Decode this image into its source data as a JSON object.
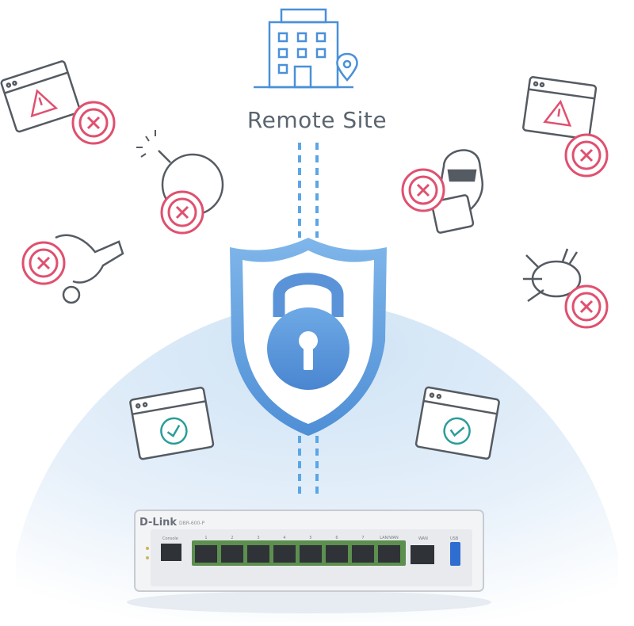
{
  "diagram": {
    "remote_site_label": "Remote Site",
    "colors": {
      "accent_blue": "#4a90d9",
      "threat_pink": "#e0506f",
      "ok_teal": "#2a9d9a",
      "icon_gray": "#555b62",
      "dome_top": "#d6e8f7"
    },
    "threat_icons": [
      "warning-window-icon",
      "bomb-icon",
      "broken-plug-icon",
      "warning-window-icon",
      "hacker-icon",
      "bug-icon"
    ],
    "safe_icons": [
      "check-window-icon",
      "check-window-icon"
    ],
    "device": {
      "brand": "D-Link",
      "model": "DBR-600-P",
      "port_labels": {
        "console": "Console",
        "lan_ports": [
          "1",
          "2",
          "3",
          "4",
          "5",
          "6",
          "7"
        ],
        "lan_wan": "LAN/WAN",
        "wan": "WAN",
        "usb": "USB"
      }
    }
  }
}
